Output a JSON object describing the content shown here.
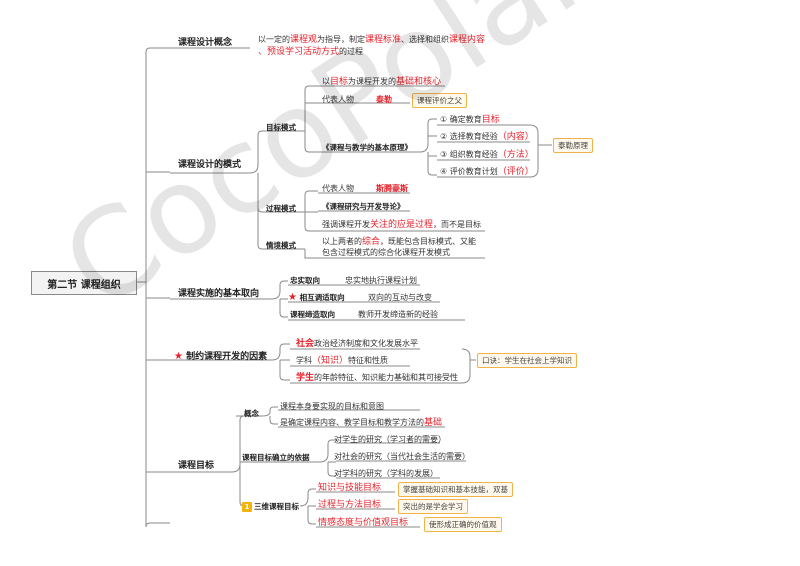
{
  "root": "第二节  课程组织",
  "watermark": "CocoPolaris",
  "sec1": {
    "title": "课程设计概念",
    "line1_a": "以一定的",
    "line1_b": "课程观",
    "line1_c": "为指导，制定",
    "line1_d": "课程标准",
    "line1_e": "、选择和组织",
    "line1_f": "课程内容",
    "line2_a": "、预设学习活动方式",
    "line2_b": "的过程"
  },
  "sec2": {
    "title": "课程设计的模式",
    "goal": {
      "label": "目标模式",
      "intro_a": "以",
      "intro_b": "目标",
      "intro_c": "为课程开发的",
      "intro_d": "基础和核心",
      "rep_label": "代表人物",
      "rep_name": "泰勒",
      "rep_box": "课程评价之父",
      "book": "《课程与教学的基本原理》",
      "items": [
        {
          "n": "①",
          "a": "确定教育",
          "b": "目标",
          "c": ""
        },
        {
          "n": "②",
          "a": "选择教育经验",
          "b": "（内容）",
          "c": ""
        },
        {
          "n": "③",
          "a": "组织教育经验",
          "b": "（方法）",
          "c": ""
        },
        {
          "n": "④",
          "a": "评价教育计划",
          "b": "（评价）",
          "c": ""
        }
      ],
      "principle": "泰勒原理"
    },
    "process": {
      "label": "过程模式",
      "rep_label": "代表人物",
      "rep_name": "斯腾豪斯",
      "book": "《课程研究与开发导论》",
      "stress_a": "强调课程开发",
      "stress_b": "关注的应是过程",
      "stress_c": "，而不是目标"
    },
    "situation": {
      "label": "情境模式",
      "line1_a": "以上两者的",
      "line1_b": "综合",
      "line1_c": "，既能包含目标模式、又能",
      "line2": "包含过程模式的综合化课程开发模式"
    }
  },
  "sec3": {
    "title": "课程实施的基本取向",
    "items": [
      {
        "label": "忠实取向",
        "desc": "忠实地执行课程计划"
      },
      {
        "label": "相互调适取向",
        "desc": "双向的互动与改变"
      },
      {
        "label": "课程缔造取向",
        "desc": "教师开发缔造新的经验"
      }
    ]
  },
  "sec4": {
    "title": "制约课程开发的因素",
    "f1_a": "社会",
    "f1_b": "政治经济制度和文化发展水平",
    "f2_a": "学科",
    "f2_b": "（知识）",
    "f2_c": "特征和性质",
    "f3_a": "学生",
    "f3_b": "的年龄特征、知识能力基础和其可接受性",
    "mnemonic": "口诀：学生在社会上学知识"
  },
  "sec5": {
    "title": "课程目标",
    "concept": {
      "label": "概念",
      "l1": "课程本身要实现的目标和意图",
      "l2_a": "是确定课程内容、教学目标和教学方法的",
      "l2_b": "基础"
    },
    "basis": {
      "label": "课程目标确立的依据",
      "items": [
        "对学生的研究（学习者的需要）",
        "对社会的研究（当代社会生活的需要）",
        "对学科的研究（学科的发展）"
      ]
    },
    "three": {
      "badge": "1",
      "label": "三维课程目标",
      "items": [
        {
          "name": "知识与技能目标",
          "box": "掌握基础知识和基本技能，双基"
        },
        {
          "name": "过程与方法目标",
          "box": "突出的是学会学习"
        },
        {
          "name": "情感态度与价值观目标",
          "box": "使形成正确的价值观"
        }
      ]
    }
  }
}
